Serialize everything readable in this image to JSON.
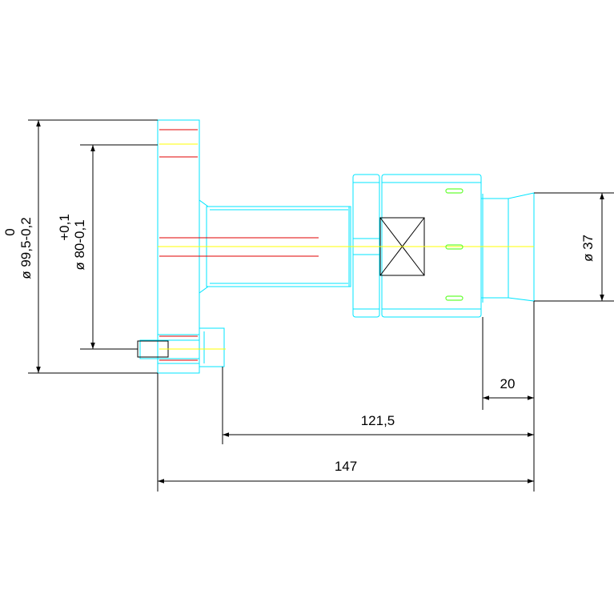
{
  "drawing": {
    "colors": {
      "background": "#ffffff",
      "part_outline": "#00e5ff",
      "hidden_line": "#e00000",
      "center_line": "#ffff00",
      "dimension": "#000000",
      "marking": "#66ff33"
    },
    "dimensions": {
      "outer_diameter": {
        "label": "ø 99,5-0,2",
        "upper_tol": "0"
      },
      "pilot_diameter": {
        "label": "ø 80-0,1",
        "upper_tol": "+0,1"
      },
      "tip_diameter": {
        "label": "ø 37"
      },
      "length_tip": {
        "label": "20"
      },
      "length_from_screw": {
        "label": "121,5"
      },
      "length_overall": {
        "label": "147"
      }
    }
  }
}
